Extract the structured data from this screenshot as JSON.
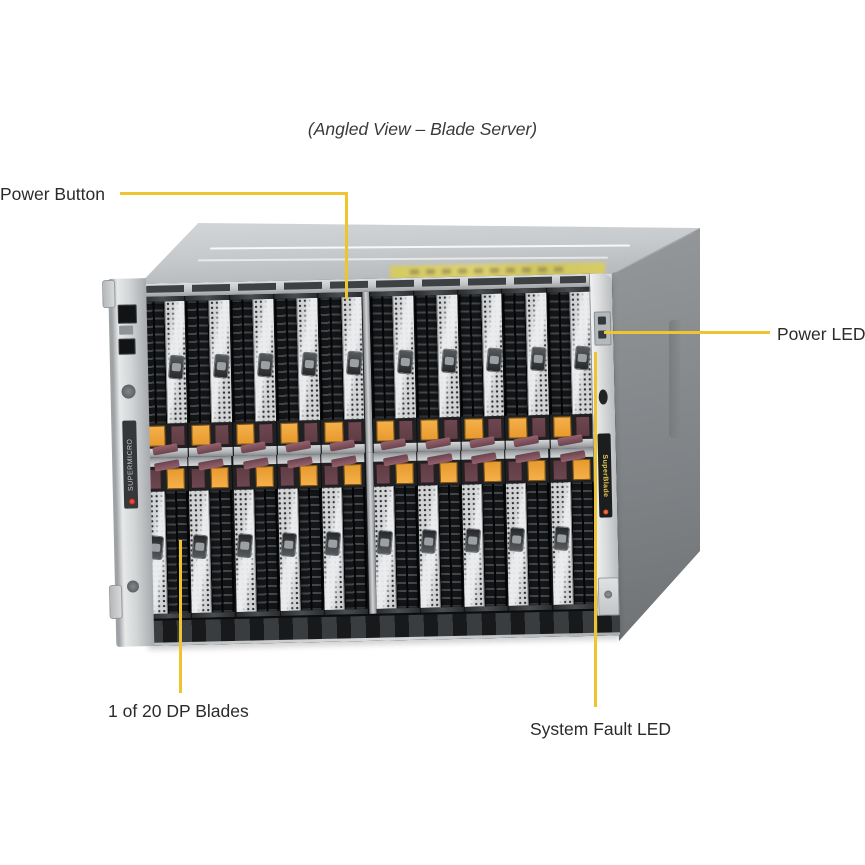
{
  "title": "(Angled View – Blade Server)",
  "callouts": {
    "power_button": {
      "label": "Power Button"
    },
    "power_led": {
      "label": "Power LED"
    },
    "dp_blades": {
      "label": "1 of 20 DP Blades"
    },
    "system_fault_led": {
      "label": "System Fault LED"
    }
  },
  "chassis": {
    "brand_side_label": "SUPERMICRO",
    "front_sticker_label": "SuperBlade",
    "blade_columns_per_group": 5,
    "blade_groups": 2,
    "blade_rows": 2,
    "total_blades": 20
  },
  "colors": {
    "callout_line": "#EEC42F",
    "label_text": "#2B2B2B",
    "latch_orange": "#E79A2E",
    "latch_maroon": "#5F3C44"
  }
}
